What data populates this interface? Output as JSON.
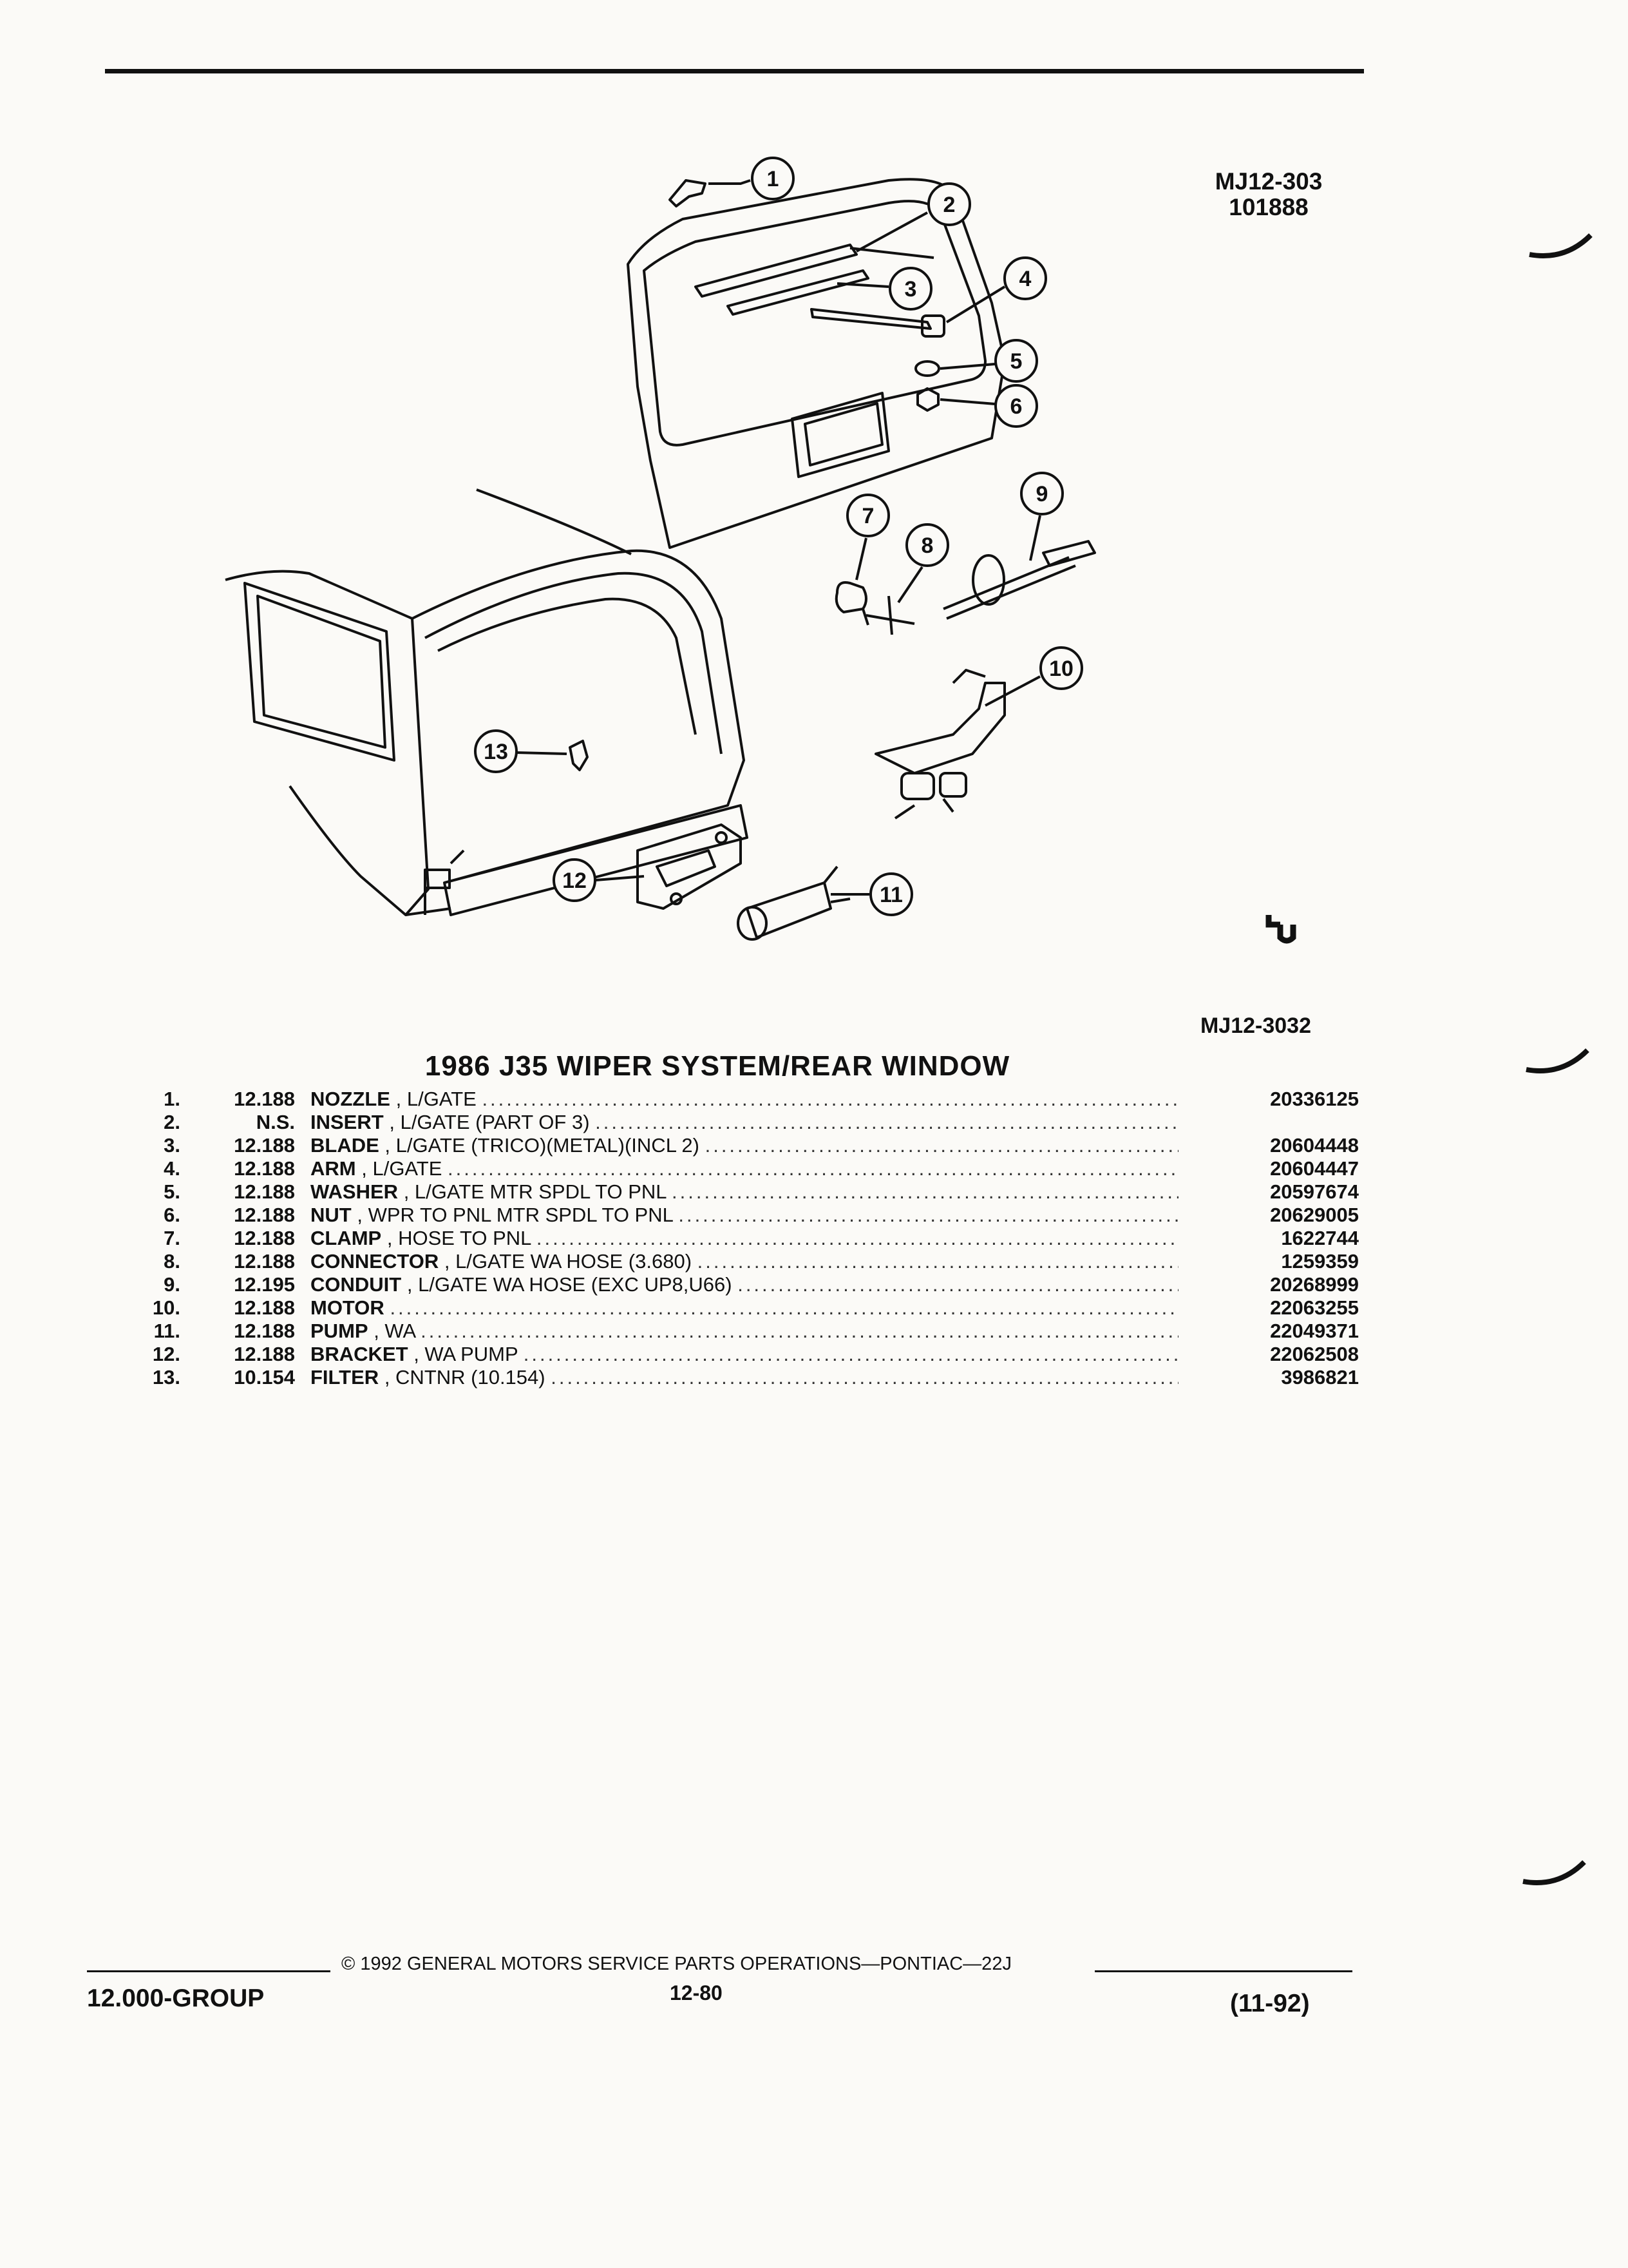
{
  "header": {
    "ref_top_line1": "MJ12-303",
    "ref_top_line2": "101888",
    "ref_bottom": "MJ12-3032"
  },
  "diagram": {
    "callouts": [
      "1",
      "2",
      "3",
      "4",
      "5",
      "6",
      "7",
      "8",
      "9",
      "10",
      "11",
      "12",
      "13"
    ]
  },
  "title": "1986 J35 WIPER SYSTEM/REAR WINDOW",
  "parts": [
    {
      "num": "1.",
      "group": "12.188",
      "name": "NOZZLE",
      "detail": ", L/GATE",
      "part": "20336125"
    },
    {
      "num": "2.",
      "group": "N.S.",
      "name": "INSERT",
      "detail": ", L/GATE (PART OF 3)",
      "part": ""
    },
    {
      "num": "3.",
      "group": "12.188",
      "name": "BLADE",
      "detail": ", L/GATE (TRICO)(METAL)(INCL 2)",
      "part": "20604448"
    },
    {
      "num": "4.",
      "group": "12.188",
      "name": "ARM",
      "detail": ", L/GATE",
      "part": "20604447"
    },
    {
      "num": "5.",
      "group": "12.188",
      "name": "WASHER",
      "detail": ", L/GATE MTR SPDL TO PNL",
      "part": "20597674"
    },
    {
      "num": "6.",
      "group": "12.188",
      "name": "NUT",
      "detail": ", WPR TO PNL MTR SPDL TO PNL",
      "part": "20629005"
    },
    {
      "num": "7.",
      "group": "12.188",
      "name": "CLAMP",
      "detail": ", HOSE TO PNL",
      "part": "1622744"
    },
    {
      "num": "8.",
      "group": "12.188",
      "name": "CONNECTOR",
      "detail": ", L/GATE WA HOSE (3.680)",
      "part": "1259359"
    },
    {
      "num": "9.",
      "group": "12.195",
      "name": "CONDUIT",
      "detail": ", L/GATE WA HOSE (EXC UP8,U66)",
      "part": "20268999"
    },
    {
      "num": "10.",
      "group": "12.188",
      "name": "MOTOR",
      "detail": "",
      "part": "22063255"
    },
    {
      "num": "11.",
      "group": "12.188",
      "name": "PUMP",
      "detail": ", WA",
      "part": "22049371"
    },
    {
      "num": "12.",
      "group": "12.188",
      "name": "BRACKET",
      "detail": ", WA PUMP",
      "part": "22062508"
    },
    {
      "num": "13.",
      "group": "10.154",
      "name": "FILTER",
      "detail": ", CNTNR (10.154)",
      "part": "3986821"
    }
  ],
  "footer": {
    "group": "12.000-GROUP",
    "copyright": "© 1992 GENERAL MOTORS SERVICE PARTS OPERATIONS—PONTIAC—22J",
    "page": "12-80",
    "date": "(11-92)"
  }
}
